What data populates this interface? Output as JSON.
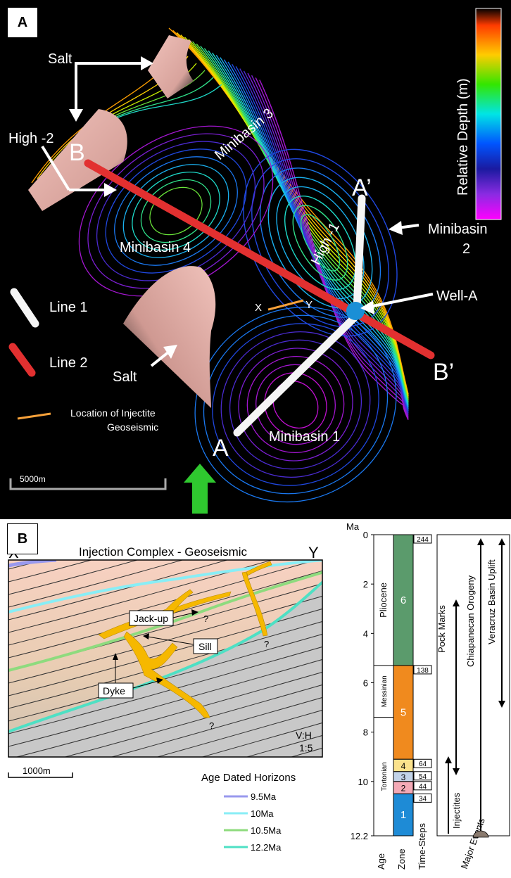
{
  "colors": {
    "line1": "#f5f5f5",
    "line2": "#e23030",
    "injectite_location": "#f7a13a",
    "well": "#1a8fd6",
    "north_arrow": "#2fc82f",
    "salt": "#e8b3ac",
    "injectite_fill": "#f6b800",
    "horizon_95": "#9999ee",
    "horizon_10": "#88eef6",
    "horizon_105": "#8edb7e",
    "horizon_122": "#4ee0c4",
    "zone_1": "#1e8bd6",
    "zone_2": "#f4a9b6",
    "zone_3": "#c2d3e8",
    "zone_4": "#fbe28c",
    "zone_5": "#f08a1e",
    "zone_6": "#5b9b6c"
  },
  "panelA": {
    "label": "A",
    "colorbar_label": "Relative Depth (m)",
    "labels": {
      "salt_top": "Salt",
      "salt_bottom": "Salt",
      "high2": "High -2",
      "high1": "High -1",
      "minibasin1": "Minibasin 1",
      "minibasin2_line1": "Minibasin",
      "minibasin2_line2": "2",
      "minibasin3": "Minibasin 3",
      "minibasin4": "Minibasin 4",
      "well": "Well-A",
      "point_A": "A",
      "point_A_prime": "A’",
      "point_B": "B",
      "point_B_prime": "B’",
      "point_X": "X",
      "point_Y": "Y"
    },
    "legend": {
      "line1": "Line 1",
      "line2": "Line 2",
      "injectite_line1": "Location of Injectite",
      "injectite_line2": "Geoseismic"
    },
    "scale": "5000m"
  },
  "panelB": {
    "label": "B",
    "title": "Injection Complex - Geoseismic",
    "left_label": "X",
    "right_label": "Y",
    "callouts": {
      "jackup": "Jack-up",
      "sill": "Sill",
      "dyke": "Dyke",
      "q": "?"
    },
    "vh_line1": "V:H",
    "vh_line2": "1:5",
    "scale": "1000m",
    "horizons_title": "Age Dated Horizons",
    "horizons": [
      {
        "label": "9.5Ma"
      },
      {
        "label": "10Ma"
      },
      {
        "label": "10.5Ma"
      },
      {
        "label": "12.2Ma"
      }
    ],
    "strat": {
      "ma_label": "Ma",
      "ticks": [
        {
          "label": "0",
          "value": 0
        },
        {
          "label": "2",
          "value": 2
        },
        {
          "label": "4",
          "value": 4
        },
        {
          "label": "6",
          "value": 6
        },
        {
          "label": "8",
          "value": 8
        },
        {
          "label": "10",
          "value": 10
        },
        {
          "label": "12.2",
          "value": 12.2
        }
      ],
      "ages": [
        {
          "label": "Pliocene",
          "from": 0,
          "to": 5.3
        },
        {
          "label": "Messinian",
          "from": 5.3,
          "to": 7.4
        },
        {
          "label": "Tortonian",
          "from": 7.4,
          "to": 12.2
        }
      ],
      "zones": [
        {
          "label": "6",
          "from": 0,
          "to": 5.3
        },
        {
          "label": "5",
          "from": 5.3,
          "to": 9.1
        },
        {
          "label": "4",
          "from": 9.1,
          "to": 9.6
        },
        {
          "label": "3",
          "from": 9.6,
          "to": 10.0
        },
        {
          "label": "2",
          "from": 10.0,
          "to": 10.5
        },
        {
          "label": "1",
          "from": 10.5,
          "to": 12.2
        }
      ],
      "timesteps": [
        {
          "label": "244",
          "value": 0
        },
        {
          "label": "138",
          "value": 5.3
        },
        {
          "label": "64",
          "value": 9.1
        },
        {
          "label": "54",
          "value": 9.6
        },
        {
          "label": "44",
          "value": 10.0
        },
        {
          "label": "34",
          "value": 10.5
        }
      ],
      "column_labels": {
        "age": "Age",
        "zone": "Zone",
        "timesteps": "Time-Steps",
        "events": "Major Events"
      },
      "events": {
        "pock_marks": "Pock Marks",
        "chiapanecan": "Chiapanecan Orogeny",
        "veracruz": "Veracruz Basin Uplift",
        "injectites": "Injectites"
      }
    }
  }
}
